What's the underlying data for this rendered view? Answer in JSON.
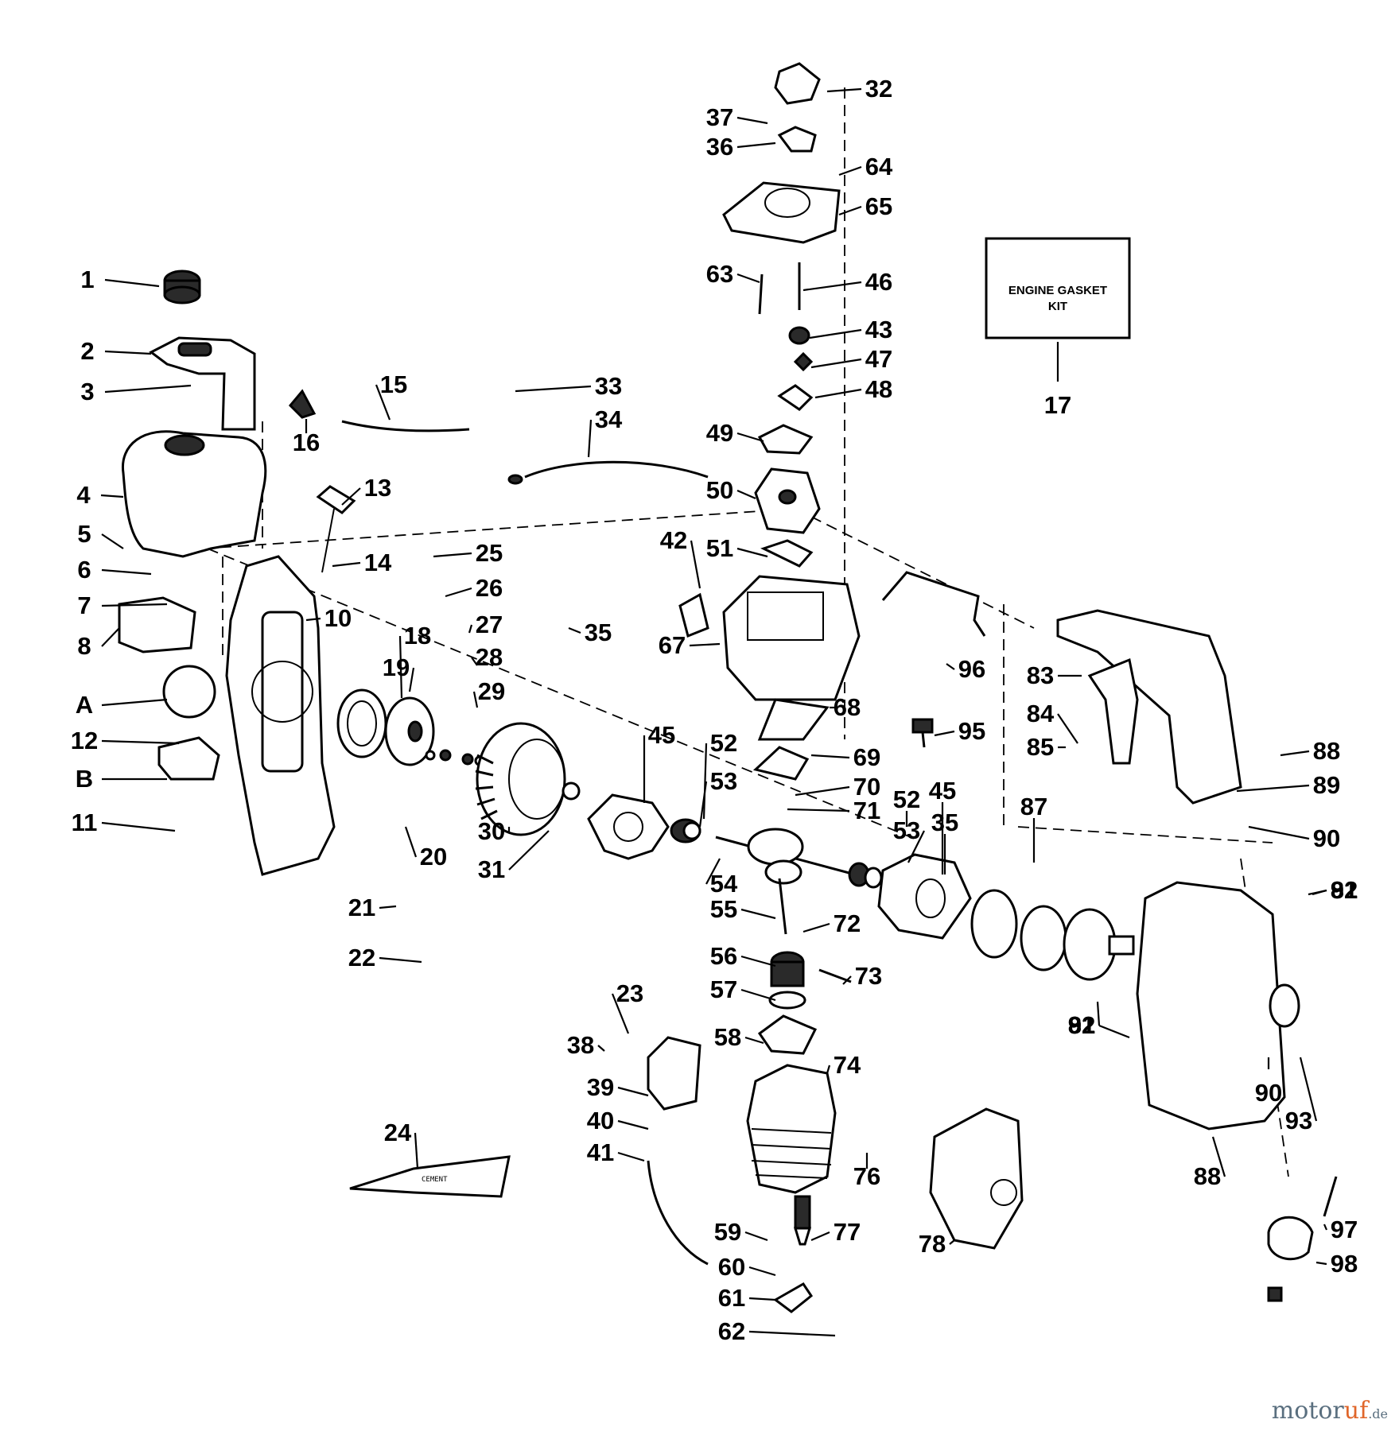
{
  "diagram": {
    "kit_box": {
      "line1": "ENGINE GASKET",
      "line2": "KIT"
    },
    "sealant_tube_text": "CEMENT",
    "labels": [
      "1",
      "2",
      "3",
      "4",
      "5",
      "6",
      "7",
      "8",
      "A",
      "12",
      "B",
      "11",
      "10",
      "13",
      "14",
      "15",
      "16",
      "33",
      "34",
      "18",
      "19",
      "25",
      "26",
      "27",
      "28",
      "29",
      "35",
      "30",
      "31",
      "20",
      "21",
      "22",
      "45",
      "52",
      "53",
      "54",
      "55",
      "56",
      "57",
      "58",
      "72",
      "73",
      "23",
      "38",
      "39",
      "40",
      "41",
      "24",
      "74",
      "59",
      "77",
      "60",
      "61",
      "62",
      "76",
      "78",
      "32",
      "37",
      "36",
      "64",
      "65",
      "63",
      "46",
      "43",
      "47",
      "48",
      "49",
      "50",
      "42",
      "51",
      "67",
      "68",
      "69",
      "70",
      "71",
      "95",
      "96",
      "17",
      "83",
      "84",
      "85",
      "88",
      "89",
      "90",
      "87",
      "53",
      "52",
      "45",
      "35",
      "81",
      "82",
      "92",
      "92",
      "91",
      "88",
      "90",
      "93",
      "97",
      "98"
    ]
  },
  "watermark": {
    "main": "motor",
    "accent": "uf",
    "tld": ".de"
  }
}
